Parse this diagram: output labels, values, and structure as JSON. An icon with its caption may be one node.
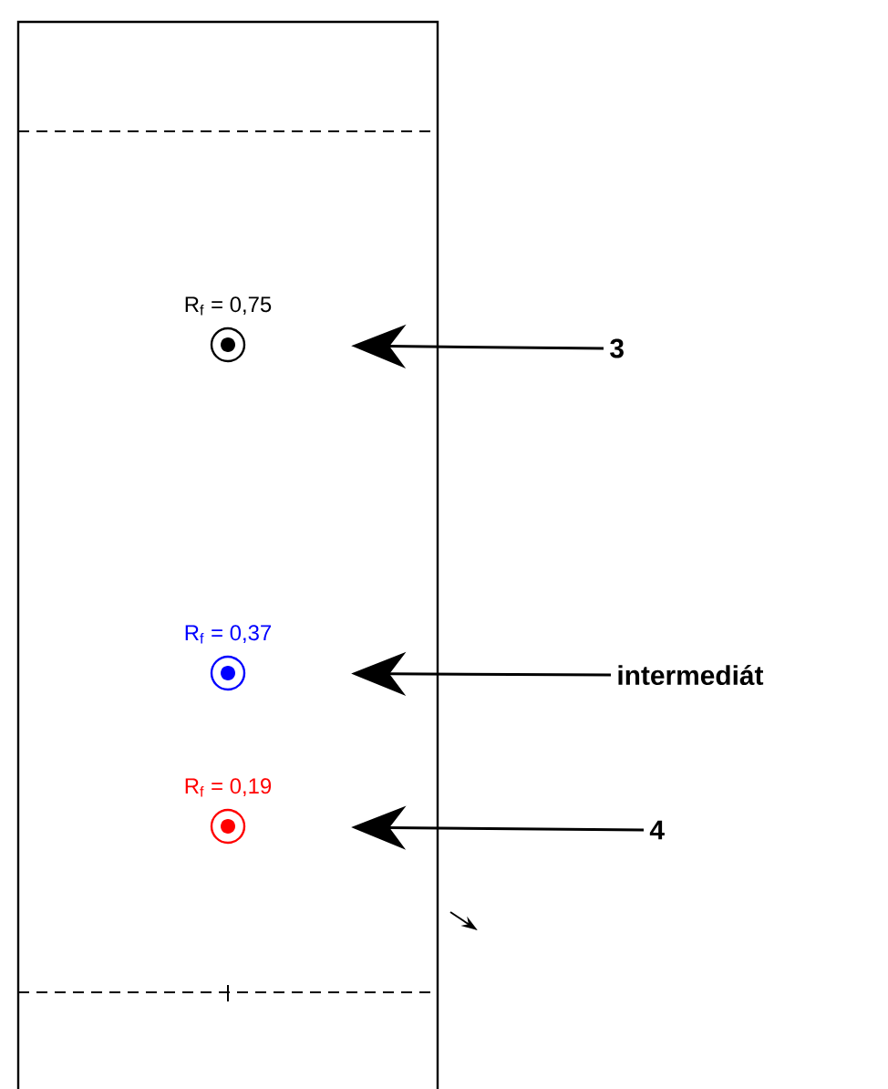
{
  "diagram": {
    "nodes": [
      {
        "text": [
          "R$_{f}$ = 0,75"
        ]
      },
      {
        "text": [
          "R$_{f}$ = 0,37"
        ]
      },
      {
        "text": [
          "R$_{f}$ = 0,19"
        ]
      },
      {
        "text": [
          "3"
        ]
      },
      {
        "text": [
          "intermediát"
        ]
      },
      {
        "text": [
          "4"
        ]
      }
    ],
    "edges": [
      {
        "from": 3,
        "to": 0,
        "arrow": "to"
      },
      {
        "from": 4,
        "to": 1,
        "arrow": "to"
      },
      {
        "from": 5,
        "to": 2,
        "arrow": "to"
      }
    ]
  }
}
